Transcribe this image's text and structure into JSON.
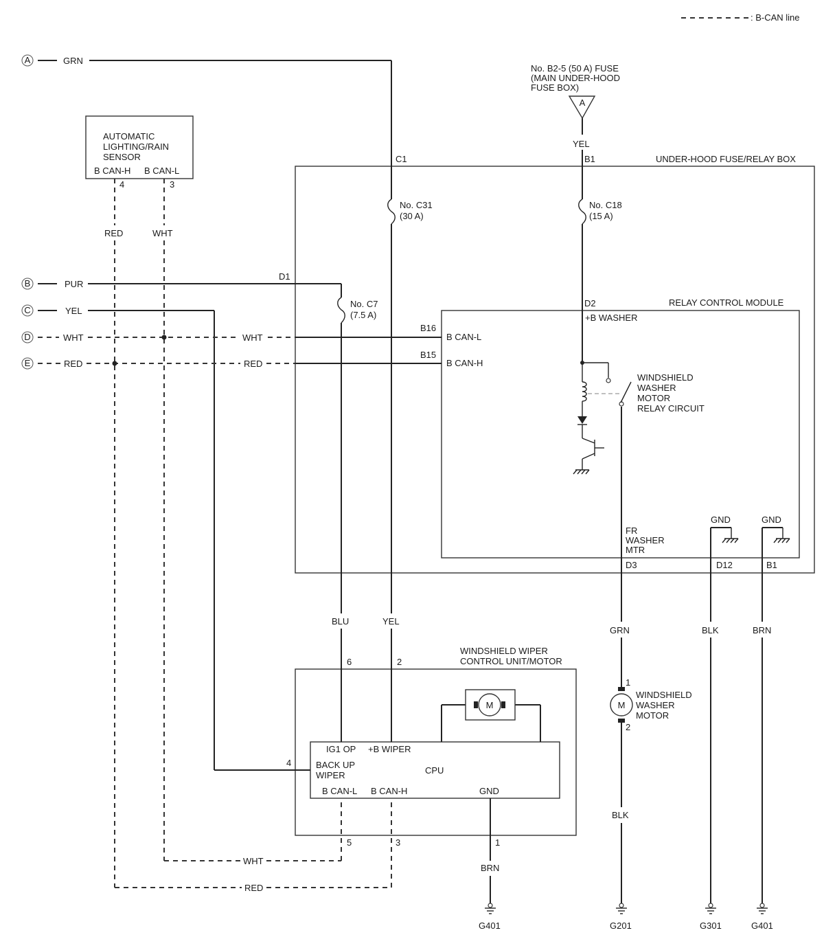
{
  "legend": {
    "text": ": B-CAN line"
  },
  "connectors": {
    "a": {
      "letter": "A",
      "wire": "GRN"
    },
    "b": {
      "letter": "B",
      "wire": "PUR"
    },
    "c": {
      "letter": "C",
      "wire": "YEL"
    },
    "d": {
      "letter": "D",
      "wire": "WHT",
      "wire2": "WHT"
    },
    "e": {
      "letter": "E",
      "wire": "RED",
      "wire2": "RED"
    }
  },
  "fuse_source": {
    "lines": [
      "No. B2-5 (50 A) FUSE",
      "(MAIN UNDER-HOOD",
      "FUSE BOX)"
    ],
    "letter": "A",
    "wire": "YEL"
  },
  "sensor": {
    "lines": [
      "AUTOMATIC",
      "LIGHTING/RAIN",
      "SENSOR"
    ],
    "pin_h": "B CAN-H",
    "pin_l": "B CAN-L",
    "pin_h_num": "4",
    "pin_l_num": "3",
    "wire_h": "RED",
    "wire_l": "WHT"
  },
  "fuse_relay_box": {
    "title": "UNDER-HOOD FUSE/RELAY BOX",
    "c1": "C1",
    "b1_top": "B1",
    "d1": "D1",
    "fuse_c31": [
      "No. C31",
      "(30 A)"
    ],
    "fuse_c18": [
      "No. C18",
      "(15 A)"
    ],
    "fuse_c7": [
      "No. C7",
      "(7.5 A)"
    ],
    "b16": "B16",
    "b15": "B15",
    "d2": "D2",
    "d3": "D3",
    "d12": "D12",
    "b1_bottom": "B1"
  },
  "relay_module": {
    "title": "RELAY CONTROL MODULE",
    "b_washer": "+B WASHER",
    "can_l": "B CAN-L",
    "can_h": "B CAN-H",
    "relay_lines": [
      "WINDSHIELD",
      "WASHER",
      "MOTOR",
      "RELAY CIRCUIT"
    ],
    "fr_lines": [
      "FR",
      "WASHER",
      "MTR"
    ],
    "gnd1": "GND",
    "gnd2": "GND"
  },
  "wiper": {
    "title_lines": [
      "WINDSHIELD WIPER",
      "CONTROL UNIT/MOTOR"
    ],
    "wire_blu": "BLU",
    "wire_yel": "YEL",
    "pin6": "6",
    "pin2": "2",
    "pin4": "4",
    "pin5": "5",
    "pin3": "3",
    "pin1": "1",
    "ig1": "IG1 OP",
    "b_wiper": "+B WIPER",
    "backup": [
      "BACK UP",
      "WIPER"
    ],
    "cpu": "CPU",
    "can_l": "B CAN-L",
    "can_h": "B CAN-H",
    "gnd": "GND",
    "motor": "M",
    "wire_wht": "WHT",
    "wire_red": "RED",
    "wire_brn": "BRN",
    "ground": "G401"
  },
  "washer_motor": {
    "wire_grn": "GRN",
    "pin1": "1",
    "pin2": "2",
    "lines": [
      "WINDSHIELD",
      "WASHER",
      "MOTOR"
    ],
    "motor": "M",
    "wire_blk": "BLK",
    "ground": "G201"
  },
  "grounds": {
    "g301_wire": "BLK",
    "g301": "G301",
    "g401_wire": "BRN",
    "g401": "G401"
  }
}
